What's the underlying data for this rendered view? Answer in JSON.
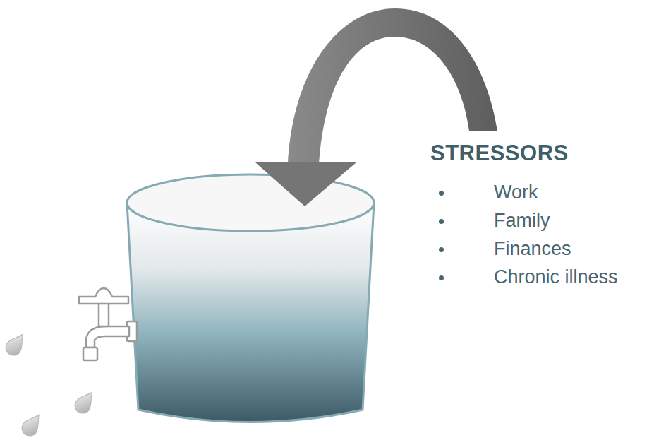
{
  "diagram": {
    "labels": [
      "STRESSORS",
      "Work",
      "Family",
      "Finances",
      "Chronic illness"
    ]
  }
}
